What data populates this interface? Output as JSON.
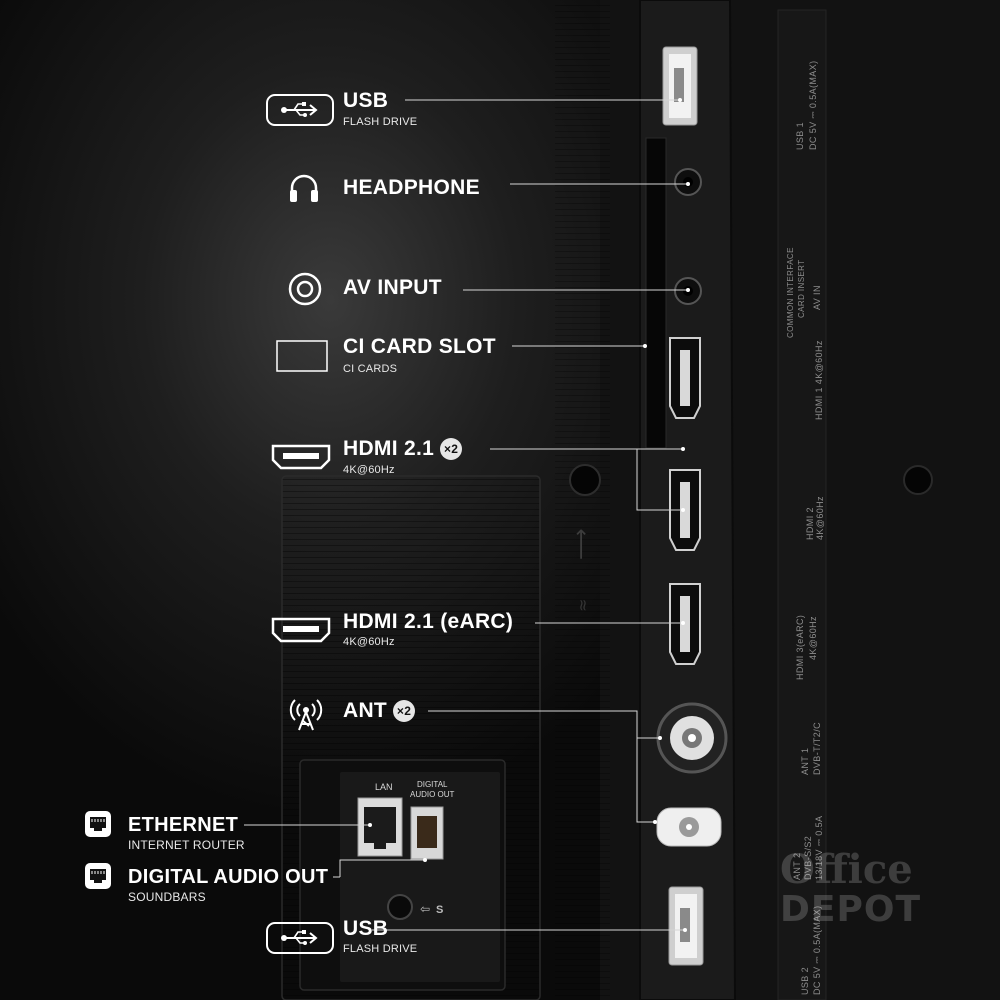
{
  "callouts": {
    "usb_top": {
      "title": "USB",
      "subtitle": "FLASH DRIVE",
      "icon": "usb-icon"
    },
    "headphone": {
      "title": "HEADPHONE",
      "icon": "headphone-icon"
    },
    "av_input": {
      "title": "AV INPUT",
      "icon": "av-input-icon"
    },
    "ci_card": {
      "title": "CI CARD SLOT",
      "subtitle": "CI CARDS",
      "icon": "card-slot-icon"
    },
    "hdmi_x2": {
      "title": "HDMI 2.1",
      "badge": "×2",
      "subtitle": "4K@60Hz",
      "icon": "hdmi-icon"
    },
    "hdmi_earc": {
      "title": "HDMI 2.1 (eARC)",
      "subtitle": "4K@60Hz",
      "icon": "hdmi-icon"
    },
    "ant": {
      "title": "ANT",
      "badge": "×2",
      "icon": "antenna-icon"
    },
    "ethernet": {
      "title": "ETHERNET",
      "subtitle": "INTERNET ROUTER",
      "icon": "ethernet-icon"
    },
    "digital_audio": {
      "title": "DIGITAL AUDIO OUT",
      "subtitle": "SOUNDBARS",
      "icon": "optical-audio-icon"
    },
    "usb_bottom": {
      "title": "USB",
      "subtitle": "FLASH DRIVE",
      "icon": "usb-icon"
    }
  },
  "panel_labels": {
    "lan": "LAN",
    "digital_audio_out_1": "DIGITAL",
    "digital_audio_out_2": "AUDIO OUT",
    "service": "S"
  },
  "side_printing": {
    "usb1_a": "USB 1",
    "usb1_b": "DC 5V ⎓ 0.5A(MAX)",
    "ci_a": "COMMON INTERFACE",
    "ci_b": "CARD INSERT",
    "av_in": "AV IN",
    "hdmi1": "HDMI 1 4K@60Hz",
    "hdmi2_a": "HDMI 2",
    "hdmi2_b": "4K@60Hz",
    "hdmi3_a": "HDMI 3(eARC)",
    "hdmi3_b": "4K@60Hz",
    "ant1_a": "ANT 1",
    "ant1_b": "DVB-T/T2/C",
    "ant2_a": "ANT 2",
    "ant2_b": "DVB-S/S2",
    "ant2_c": "13/18V ⎓ 0.5A",
    "usb2_a": "USB 2",
    "usb2_b": "DC 5V ⎓ 0.5A(MAX)"
  },
  "watermark": {
    "line1": "Office",
    "line2": "DEPOT"
  },
  "colors": {
    "background": "#0a0a0a",
    "text": "#ffffff",
    "lines": "#d0d0d0",
    "panel": "#161616"
  }
}
